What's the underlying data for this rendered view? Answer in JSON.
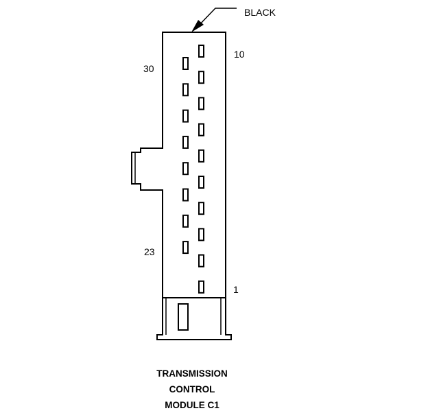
{
  "connector": {
    "color_label": "BLACK",
    "pin_labels": {
      "top_right": "10",
      "top_left": "30",
      "bottom_left": "23",
      "bottom_right": "1"
    },
    "pin_counts": {
      "right_column": 10,
      "left_column": 8
    }
  },
  "caption": {
    "line1": "TRANSMISSION",
    "line2": "CONTROL",
    "line3": "MODULE C1"
  },
  "colors": {
    "stroke": "#000000",
    "background": "#ffffff"
  }
}
